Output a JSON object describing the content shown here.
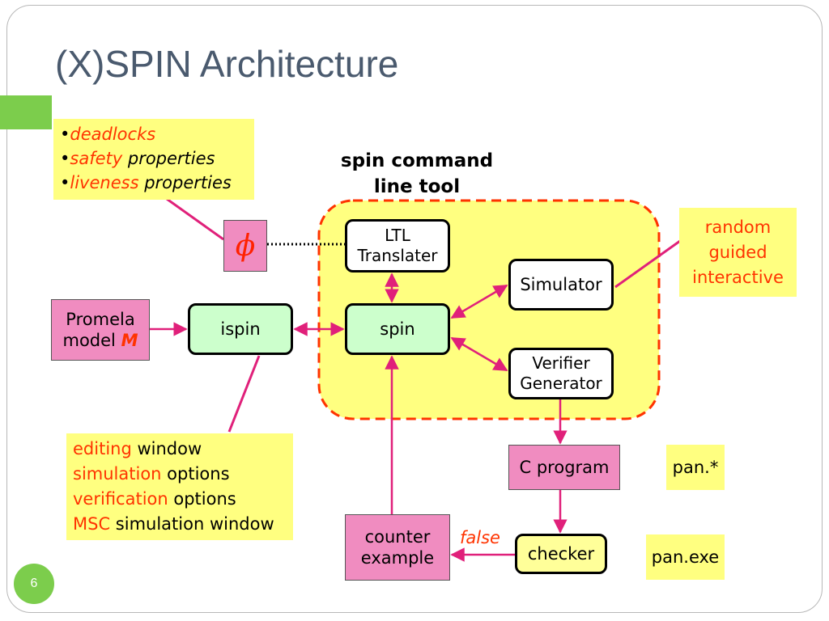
{
  "slide": {
    "title": "(X)SPIN Architecture",
    "page_number": "6"
  },
  "properties_note": {
    "bullet": "•",
    "items": [
      {
        "red": "deadlocks",
        "black": ""
      },
      {
        "red": "safety",
        "black": " properties"
      },
      {
        "red": "liveness",
        "black": " properties"
      }
    ]
  },
  "phi_box": {
    "symbol": "ϕ"
  },
  "spin_tool_label": {
    "line1": "spin command",
    "line2": "line tool"
  },
  "promela_box": {
    "line1": "Promela",
    "line2_prefix": "model ",
    "line2_var": "M"
  },
  "ispin_box": {
    "label": "ispin"
  },
  "spin_box": {
    "label": "spin"
  },
  "ltl_box": {
    "line1": "LTL",
    "line2": "Translater"
  },
  "simulator_box": {
    "label": "Simulator"
  },
  "verifier_box": {
    "line1": "Verifier",
    "line2": "Generator"
  },
  "sim_modes_note": {
    "lines": [
      "random",
      "guided",
      "interactive"
    ]
  },
  "ispin_note": {
    "items": [
      {
        "red": "editing",
        "black": " window"
      },
      {
        "red": "simulation",
        "black": " options"
      },
      {
        "red": "verification",
        "black": " options"
      },
      {
        "red": "MSC",
        "black": " simulation window"
      }
    ]
  },
  "c_program_box": {
    "label": "C program"
  },
  "pan_c_note": {
    "label": "pan.*"
  },
  "checker_box": {
    "label": "checker"
  },
  "pan_exe_note": {
    "label": "pan.exe"
  },
  "counter_box": {
    "line1": "counter",
    "line2": "example"
  },
  "false_label": {
    "label": "false"
  },
  "colors": {
    "arrow": "#e0207a",
    "dashed_border": "#ff3300",
    "tool_region_fill": "#ffff80",
    "title": "#4a5a6e",
    "accent": "#7ccd4c"
  }
}
